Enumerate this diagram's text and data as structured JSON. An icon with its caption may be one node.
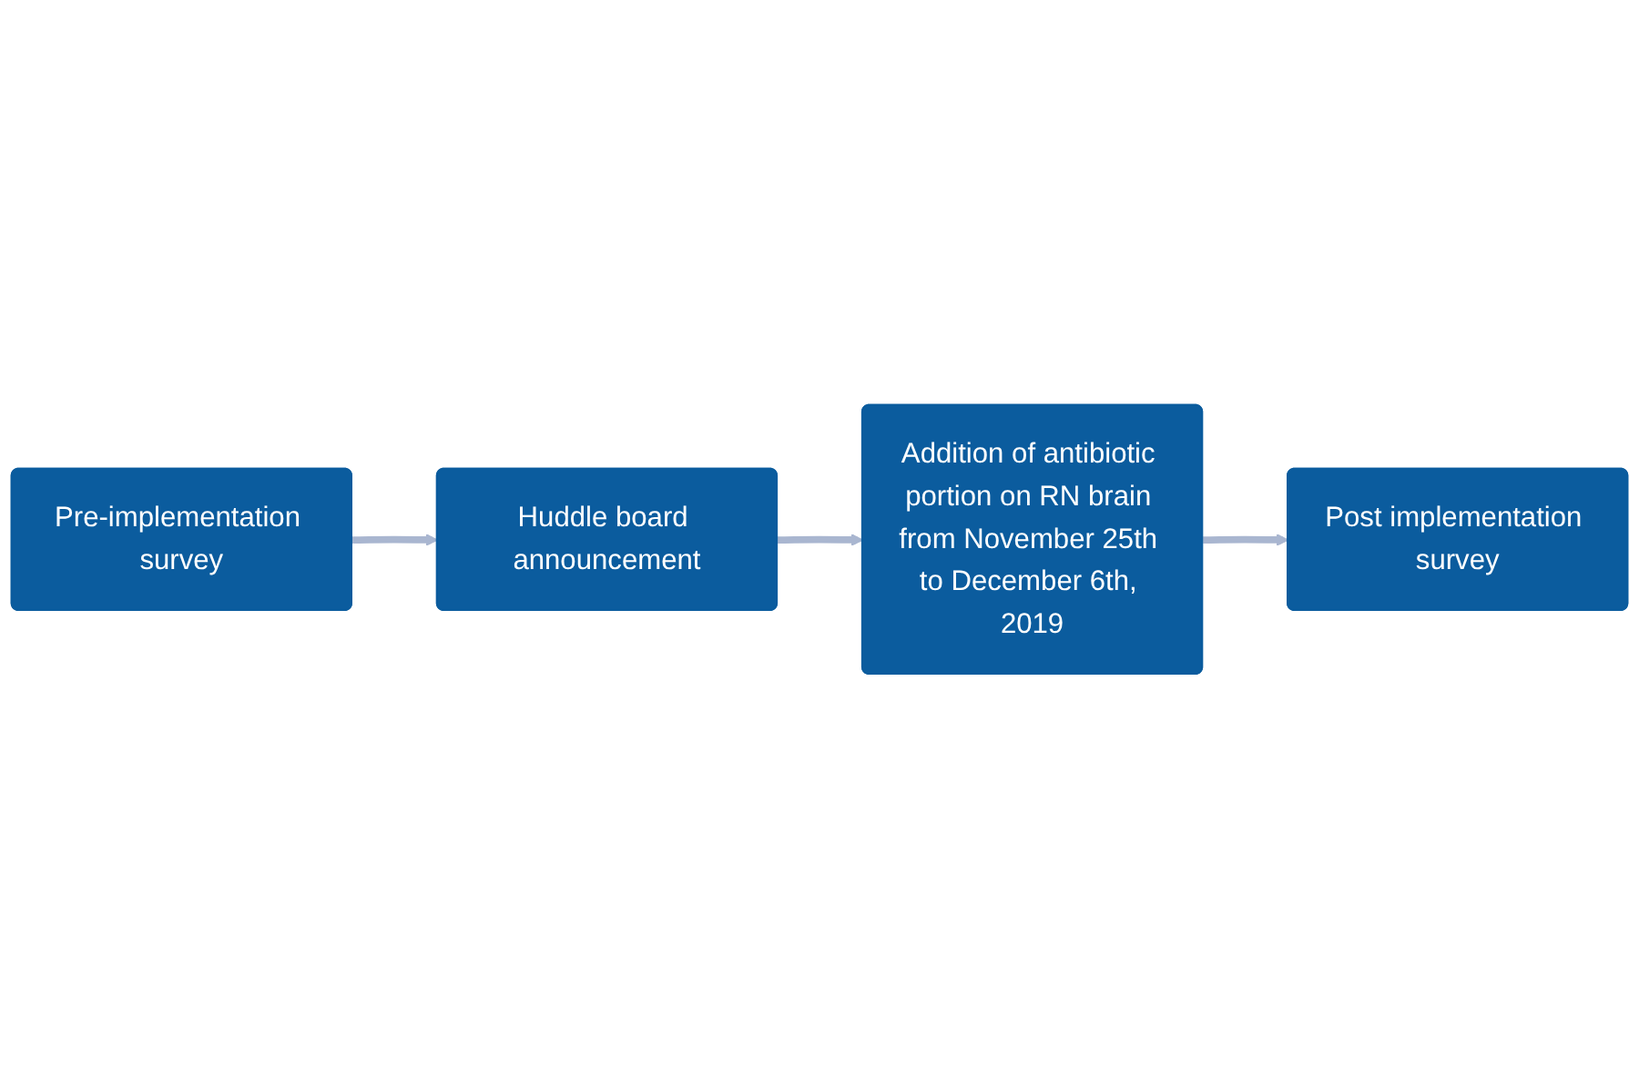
{
  "diagram": {
    "nodes": [
      {
        "text": [
          "Pre-implementation survey"
        ]
      },
      {
        "text": [
          "Huddle board announcement"
        ]
      },
      {
        "text": [
          "Addition of antibiotic portion on RN brain from November 25th to December 6th, 2019"
        ]
      },
      {
        "text": [
          "Post implementation survey"
        ]
      }
    ],
    "edges": [
      {
        "from": 0,
        "to": 1,
        "arrow": "to"
      },
      {
        "from": 1,
        "to": 2,
        "arrow": "to"
      },
      {
        "from": 2,
        "to": 3,
        "arrow": "to"
      }
    ]
  }
}
